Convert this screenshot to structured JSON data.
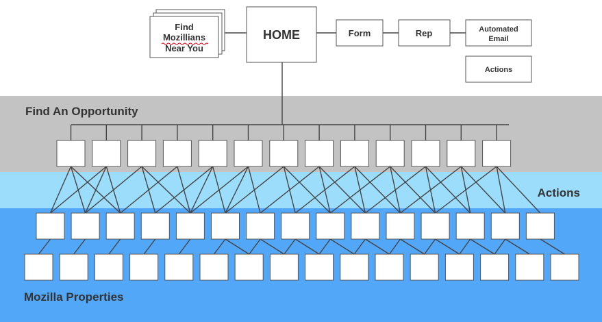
{
  "diagram": {
    "home": "HOME",
    "find_mozillians": [
      "Find",
      "Mozillians",
      "Near You"
    ],
    "form": "Form",
    "rep": "Rep",
    "automated_email": [
      "Automated",
      "Email"
    ],
    "actions_box": "Actions",
    "band_opportunity": "Find An Opportunity",
    "band_actions": "Actions",
    "band_properties": "Mozilla Properties"
  },
  "colors": {
    "band_gray": "#c3c3c3",
    "band_light_blue": "#9bddfb",
    "band_blue": "#53a7f8",
    "box_stroke": "#555555",
    "line": "#444444",
    "text": "#333333",
    "spellcheck_underline": "#d0021b"
  }
}
